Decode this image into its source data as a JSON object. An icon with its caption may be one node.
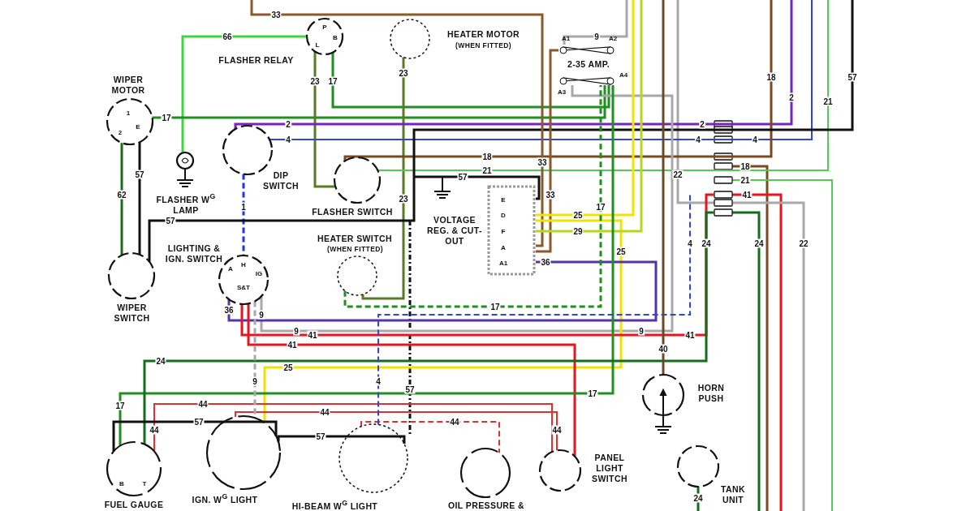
{
  "diagram": {
    "nodes": [
      {
        "text": [
          "WIPER MOTOR"
        ]
      },
      {
        "text": [
          "FLASHER RELAY"
        ]
      },
      {
        "text": [
          "HEATER MOTOR",
          "(WHEN FITTED)"
        ]
      },
      {
        "text": [
          "2-35 AMP."
        ]
      },
      {
        "text": [
          "DIP SWITCH"
        ]
      },
      {
        "text": [
          "FLASHER W$^{G}$ LAMP"
        ]
      },
      {
        "text": [
          "FLASHER SWITCH"
        ]
      },
      {
        "text": [
          "VOLTAGE REG. & CUT-OUT"
        ]
      },
      {
        "text": [
          "WIPER SWITCH"
        ]
      },
      {
        "text": [
          "LIGHTING & IGN. SWITCH"
        ]
      },
      {
        "text": [
          "HEATER SWITCH",
          "(WHEN FITTED)"
        ]
      },
      {
        "text": [
          "HORN PUSH"
        ]
      },
      {
        "text": [
          "FUEL GAUGE"
        ]
      },
      {
        "text": [
          "IGN. W$^{G}$ LIGHT"
        ]
      },
      {
        "text": [
          "HI-BEAM W$^{G}$ LIGHT"
        ]
      },
      {
        "text": [
          "OIL PRESSURE &"
        ]
      },
      {
        "text": [
          "PANEL LIGHT SWITCH"
        ]
      },
      {
        "text": [
          "TANK UNIT"
        ]
      }
    ],
    "edges": [
      {
        "from": 1,
        "to": 5,
        "arrow": "none",
        "label": "66",
        "color": "#3fd43f"
      },
      {
        "from": 0,
        "to": 3,
        "arrow": "none",
        "label": "17",
        "color": "#1f8f1f"
      },
      {
        "from": 1,
        "to": 3,
        "arrow": "none",
        "label": "17",
        "color": "#1f8f1f"
      },
      {
        "from": 1,
        "to": 6,
        "arrow": "none",
        "label": "23",
        "color": "#5b7a25"
      },
      {
        "from": 2,
        "to": 10,
        "arrow": "none",
        "label": "23",
        "color": "#5b7a25"
      },
      {
        "from": 4,
        "to": null,
        "arrow": "none",
        "label": "2",
        "color": "#7a22c0"
      },
      {
        "from": 4,
        "to": null,
        "arrow": "none",
        "label": "4",
        "color": "#3344dd"
      },
      {
        "from": 4,
        "to": 9,
        "arrow": "none",
        "label": "1",
        "color": "#2233ee",
        "style": "dashed"
      },
      {
        "from": 6,
        "to": null,
        "arrow": "none",
        "label": "18",
        "color": "#7a4a1f"
      },
      {
        "from": 6,
        "to": null,
        "arrow": "none",
        "label": "21",
        "color": "#55c855"
      },
      {
        "from": 0,
        "to": 8,
        "arrow": "none",
        "label": "62",
        "color": "#1a6b1a"
      },
      {
        "from": 0,
        "to": 8,
        "arrow": "none",
        "label": "57",
        "color": "#111111"
      },
      {
        "from": 8,
        "to": null,
        "arrow": "none",
        "label": "57",
        "color": "#111111"
      },
      {
        "from": null,
        "to": 7,
        "arrow": "none",
        "label": "33",
        "color": "#8a5a2a"
      },
      {
        "from": 3,
        "to": 7,
        "arrow": "none",
        "label": "33",
        "color": "#8a5a2a"
      },
      {
        "from": 9,
        "to": 3,
        "arrow": "none",
        "label": "9",
        "color": "#a8a8a8"
      },
      {
        "from": null,
        "to": 3,
        "arrow": "none",
        "label": "9",
        "color": "#a8a8a8"
      },
      {
        "from": 7,
        "to": null,
        "arrow": "none",
        "label": "25",
        "color": "#f2e200"
      },
      {
        "from": 7,
        "to": 13,
        "arrow": "none",
        "label": "25",
        "color": "#f2e200"
      },
      {
        "from": 7,
        "to": null,
        "arrow": "none",
        "label": "29",
        "color": "#b5d81c"
      },
      {
        "from": 7,
        "to": 9,
        "arrow": "none",
        "label": "36",
        "color": "#5533aa"
      },
      {
        "from": 9,
        "to": null,
        "arrow": "none",
        "label": "41",
        "color": "#e8141e"
      },
      {
        "from": 9,
        "to": 16,
        "arrow": "none",
        "label": "41",
        "color": "#e8141e"
      },
      {
        "from": 10,
        "to": 3,
        "arrow": "none",
        "label": "17",
        "color": "#1f8f1f",
        "style": "dashed"
      },
      {
        "from": 12,
        "to": 3,
        "arrow": "none",
        "label": "17",
        "color": "#1f8f1f"
      },
      {
        "from": 12,
        "to": null,
        "arrow": "none",
        "label": "24",
        "color": "#116e1a"
      },
      {
        "from": 16,
        "to": 12,
        "arrow": "none",
        "label": "44",
        "color": "#e03030"
      },
      {
        "from": 16,
        "to": 13,
        "arrow": "none",
        "label": "44",
        "color": "#e03030"
      },
      {
        "from": 14,
        "to": 15,
        "arrow": "none",
        "label": "44",
        "color": "#e03030",
        "style": "dashed"
      },
      {
        "from": 12,
        "to": 13,
        "arrow": "none",
        "label": "57",
        "color": "#111111"
      },
      {
        "from": 14,
        "to": 13,
        "arrow": "none",
        "label": "57",
        "color": "#111111"
      },
      {
        "from": 14,
        "to": null,
        "arrow": "none",
        "label": "4",
        "color": "#3344dd",
        "style": "dashed"
      },
      {
        "from": 9,
        "to": 13,
        "arrow": "none",
        "label": "9",
        "color": "#a8a8a8",
        "style": "dashed"
      },
      {
        "from": 11,
        "to": null,
        "arrow": "none",
        "label": "40",
        "color": "#6b4a2a"
      },
      {
        "from": 17,
        "to": null,
        "arrow": "none",
        "label": "24",
        "color": "#116e1a"
      },
      {
        "from": 7,
        "to": null,
        "arrow": "none",
        "label": "57",
        "color": "#111111"
      }
    ],
    "labels": [
      "P",
      "B",
      "L",
      "A1",
      "A2",
      "A3",
      "A4",
      "1",
      "E",
      "2",
      "2",
      "18",
      "57",
      "21",
      "2",
      "4",
      "4",
      "18",
      "21",
      "22",
      "41",
      "E",
      "D",
      "F",
      "A",
      "A1",
      "33",
      "17",
      "25",
      "4",
      "24",
      "24",
      "22",
      "A",
      "H",
      "IG",
      "S&T",
      "23",
      "36",
      "9",
      "9",
      "41",
      "17",
      "57",
      "44",
      "44",
      "B",
      "T"
    ]
  }
}
